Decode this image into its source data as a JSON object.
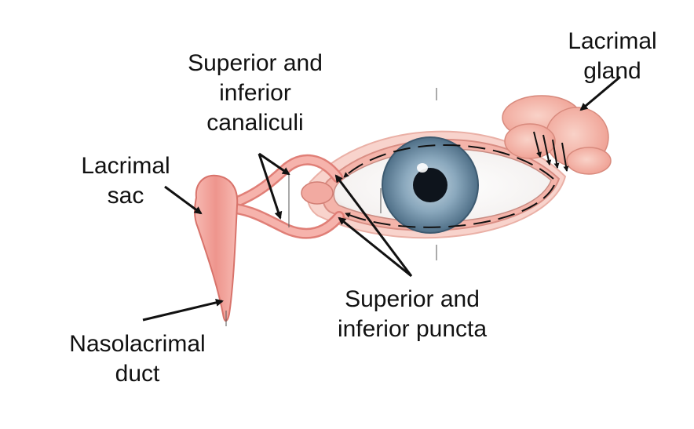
{
  "labels": {
    "lacrimal_gland": [
      "Lacrimal",
      "gland"
    ],
    "canaliculi": [
      "Superior and",
      "inferior",
      "canaliculi"
    ],
    "lacrimal_sac": [
      "Lacrimal",
      "sac"
    ],
    "nasolacrimal_duct": [
      "Nasolacrimal",
      "duct"
    ],
    "puncta": [
      "Superior and",
      "inferior puncta"
    ]
  },
  "colors": {
    "duct_fill": "#f2a6a0",
    "duct_stroke": "#d9756f",
    "eyelid_tissue": "#f6c4bc",
    "sclera": "#fdfdfd",
    "iris": "#7f9fb5",
    "pupil": "#0e141c",
    "gland": "#f3b8ac",
    "arrow": "#111111"
  }
}
